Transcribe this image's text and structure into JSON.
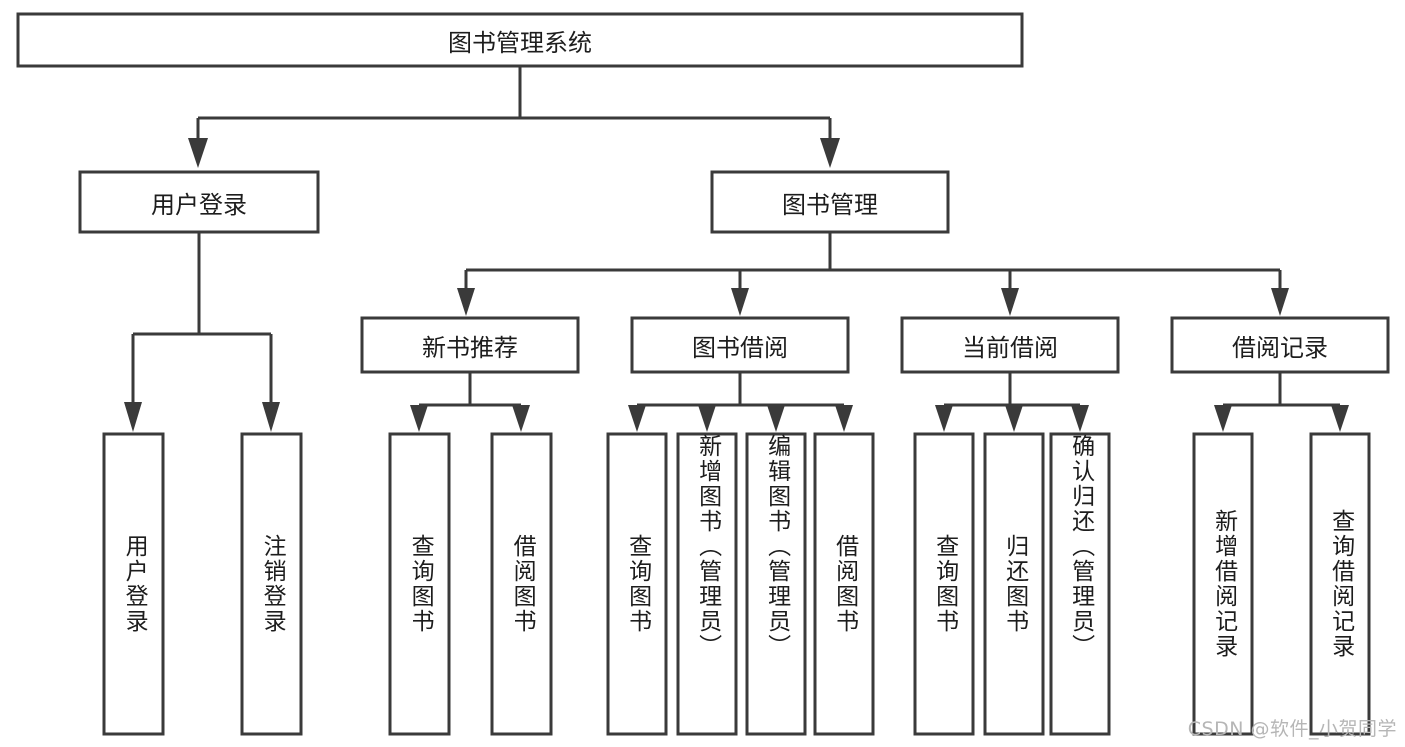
{
  "diagram": {
    "type": "hierarchy-tree",
    "title": "图书管理系统",
    "watermark": "CSDN @软件_小贺同学",
    "colors": {
      "stroke": "#3a3a3a",
      "box_fill": "#ffffff",
      "text": "#1d1d1d",
      "background": "#ffffff",
      "watermark": "#b6b6b6"
    },
    "levels": {
      "root": {
        "label": "图书管理系统"
      },
      "level2": [
        {
          "label": "用户登录"
        },
        {
          "label": "图书管理"
        }
      ],
      "level3": [
        {
          "label": "新书推荐"
        },
        {
          "label": "图书借阅"
        },
        {
          "label": "当前借阅"
        },
        {
          "label": "借阅记录"
        }
      ],
      "leaves": [
        {
          "label": "用户登录",
          "parent": "用户登录"
        },
        {
          "label": "注销登录",
          "parent": "用户登录"
        },
        {
          "label": "查询图书",
          "parent": "新书推荐"
        },
        {
          "label": "借阅图书",
          "parent": "新书推荐"
        },
        {
          "label": "查询图书",
          "parent": "图书借阅"
        },
        {
          "label": "新增图书（管理员）",
          "parent": "图书借阅"
        },
        {
          "label": "编辑图书（管理员）",
          "parent": "图书借阅"
        },
        {
          "label": "借阅图书",
          "parent": "图书借阅"
        },
        {
          "label": "查询图书",
          "parent": "当前借阅"
        },
        {
          "label": "归还图书",
          "parent": "当前借阅"
        },
        {
          "label": "确认归还（管理员）",
          "parent": "当前借阅"
        },
        {
          "label": "新增借阅记录",
          "parent": "借阅记录"
        },
        {
          "label": "查询借阅记录",
          "parent": "借阅记录"
        }
      ]
    }
  }
}
